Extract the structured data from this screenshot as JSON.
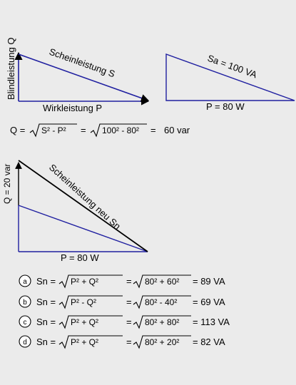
{
  "colors": {
    "background": "#ebebeb",
    "blue": "#1f1fa0",
    "black": "#000000",
    "text": "#111111"
  },
  "top_left": {
    "y_label": "Blindleistung Q",
    "hyp_label": "Scheinleistung S",
    "x_label": "Wirkleistung P"
  },
  "top_right": {
    "hyp_label": "Sa = 100 VA",
    "x_label": "P = 80 W"
  },
  "q_formula": {
    "lhs": "Q =",
    "root1": "S² - P²",
    "eq1": "=",
    "root2": "100² - 80²",
    "eq2": "=",
    "result": "60 var"
  },
  "middle": {
    "y_label": "Q = 20 var",
    "hyp_label": "Scheinleistung neu Sn",
    "x_label": "P = 80 W"
  },
  "options": [
    {
      "letter": "a",
      "lhs": "Sn =",
      "root1": "P² + Q²",
      "eq": "=",
      "root2": "80² + 60²",
      "result": "= 89 VA"
    },
    {
      "letter": "b",
      "lhs": "Sn =",
      "root1": "P² - Q²",
      "eq": "=",
      "root2": "80² - 40²",
      "result": "= 69 VA"
    },
    {
      "letter": "c",
      "lhs": "Sn =",
      "root1": "P² + Q²",
      "eq": "=",
      "root2": "80² + 80²",
      "result": "= 113 VA"
    },
    {
      "letter": "d",
      "lhs": "Sn =",
      "root1": "P² + Q²",
      "eq": "=",
      "root2": "80² + 20²",
      "result": "= 82 VA"
    }
  ]
}
